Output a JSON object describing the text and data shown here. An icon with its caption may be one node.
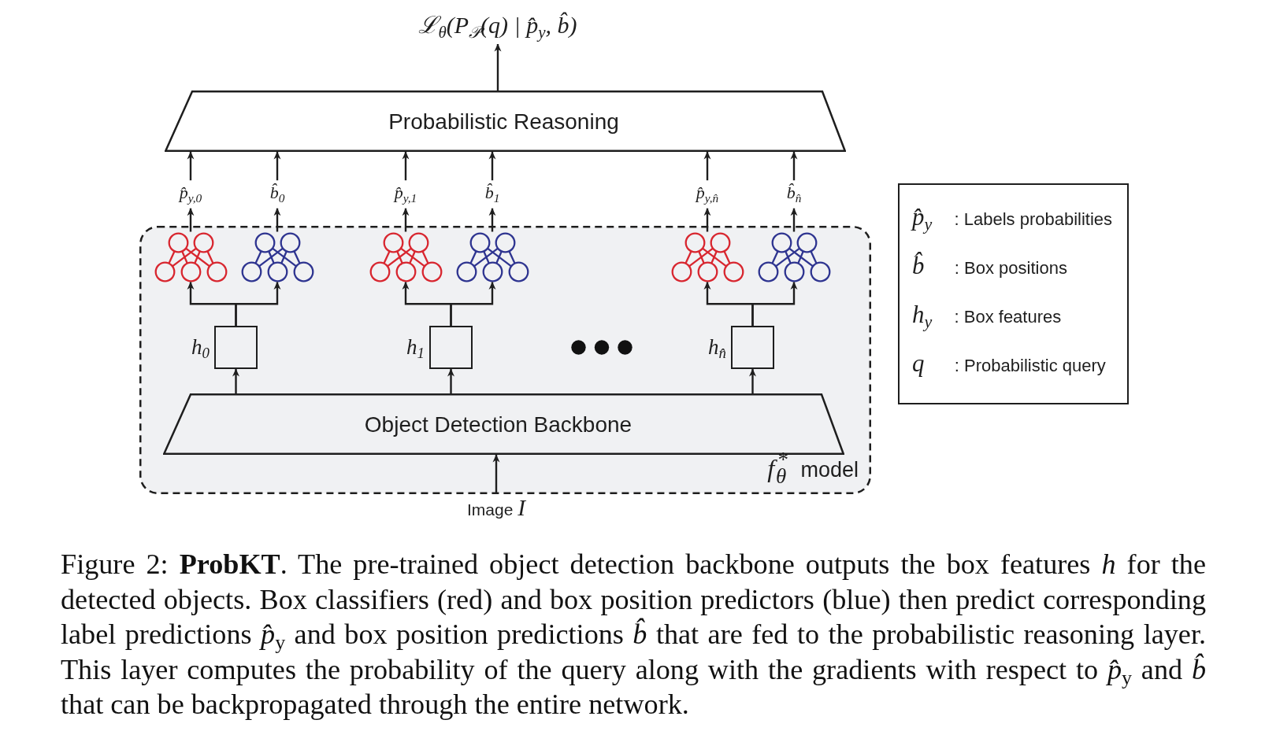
{
  "diagram": {
    "caption": "Figure 2: **ProbKT**. The pre-trained object detection backbone outputs the box features *h* for the detected objects. Box classifiers (red) and box position predictors (blue) then predict corresponding label predictions *p̂*$_{y}$ and box position predictions *b̂* that are fed to the probabilistic reasoning layer. This layer computes the probability of the query along with the gradients with respect to *p̂*$_{y}$ and *b̂* that can be backpropagated through the entire network.",
    "nodes": [
      {
        "text": [
          "ℒ$_{θ}$(P$_{𝒫}$(q) | p̂$_{y}$, b̂)"
        ]
      },
      {
        "text": [
          "Probabilistic Reasoning"
        ]
      },
      {
        "text": [
          "p̂$_{y,0}$"
        ]
      },
      {
        "text": [
          "b̂$_{0}$"
        ]
      },
      {
        "text": [
          "p̂$_{y,1}$"
        ]
      },
      {
        "text": [
          "b̂$_{1}$"
        ]
      },
      {
        "text": [
          "p̂$_{y,n̂}$"
        ]
      },
      {
        "text": [
          "b̂$_{n̂}$"
        ]
      },
      {
        "text": [
          "*f*$^{*}$$_{θ}$ model"
        ]
      },
      {
        "text": [],
        "shape": "picture",
        "in": 8
      },
      {
        "text": [],
        "shape": "picture",
        "in": 8
      },
      {
        "text": [],
        "shape": "picture",
        "in": 8
      },
      {
        "text": [],
        "shape": "picture",
        "in": 8
      },
      {
        "text": [],
        "shape": "picture",
        "in": 8
      },
      {
        "text": [],
        "shape": "picture",
        "in": 8
      },
      {
        "text": [],
        "shape": "box",
        "in": 8,
        "beside": [
          "h$_{0}$"
        ]
      },
      {
        "text": [],
        "shape": "box",
        "in": 8,
        "beside": [
          "h$_{1}$"
        ]
      },
      {
        "text": [],
        "shape": "box",
        "in": 8,
        "beside": [
          "h$_{n̂}$"
        ]
      },
      {
        "text": [
          "Object Detection Backbone"
        ],
        "in": 8
      },
      {
        "text": [
          "Image *I*"
        ]
      }
    ],
    "edges": [
      {
        "from": 1,
        "to": 0,
        "arrow": "to"
      },
      {
        "from": 2,
        "to": 1,
        "arrow": "to"
      },
      {
        "from": 3,
        "to": 1,
        "arrow": "to"
      },
      {
        "from": 4,
        "to": 1,
        "arrow": "to"
      },
      {
        "from": 5,
        "to": 1,
        "arrow": "to"
      },
      {
        "from": 6,
        "to": 1,
        "arrow": "to"
      },
      {
        "from": 7,
        "to": 1,
        "arrow": "to"
      },
      {
        "from": 9,
        "to": 2,
        "arrow": "to"
      },
      {
        "from": 10,
        "to": 3,
        "arrow": "to"
      },
      {
        "from": 11,
        "to": 4,
        "arrow": "to"
      },
      {
        "from": 12,
        "to": 5,
        "arrow": "to"
      },
      {
        "from": 13,
        "to": 6,
        "arrow": "to"
      },
      {
        "from": 14,
        "to": 7,
        "arrow": "to"
      },
      {
        "from": 15,
        "to": 9,
        "arrow": "to"
      },
      {
        "from": 15,
        "to": 10,
        "arrow": "to"
      },
      {
        "from": 16,
        "to": 11,
        "arrow": "to"
      },
      {
        "from": 16,
        "to": 12,
        "arrow": "to"
      },
      {
        "from": 17,
        "to": 13,
        "arrow": "to"
      },
      {
        "from": 17,
        "to": 14,
        "arrow": "to"
      },
      {
        "from": 18,
        "to": 15,
        "arrow": "to"
      },
      {
        "from": 18,
        "to": 16,
        "arrow": "to"
      },
      {
        "from": 18,
        "to": 17,
        "arrow": "to"
      },
      {
        "from": 19,
        "to": 18,
        "arrow": "to"
      }
    ],
    "legend": [
      {
        "text": "*p̂*$_{y}$ : Labels probabilities"
      },
      {
        "text": "*b̂* : Box positions"
      },
      {
        "text": "*h*$_{y}$ : Box features"
      },
      {
        "text": "*q* : Probabilistic query"
      }
    ]
  }
}
